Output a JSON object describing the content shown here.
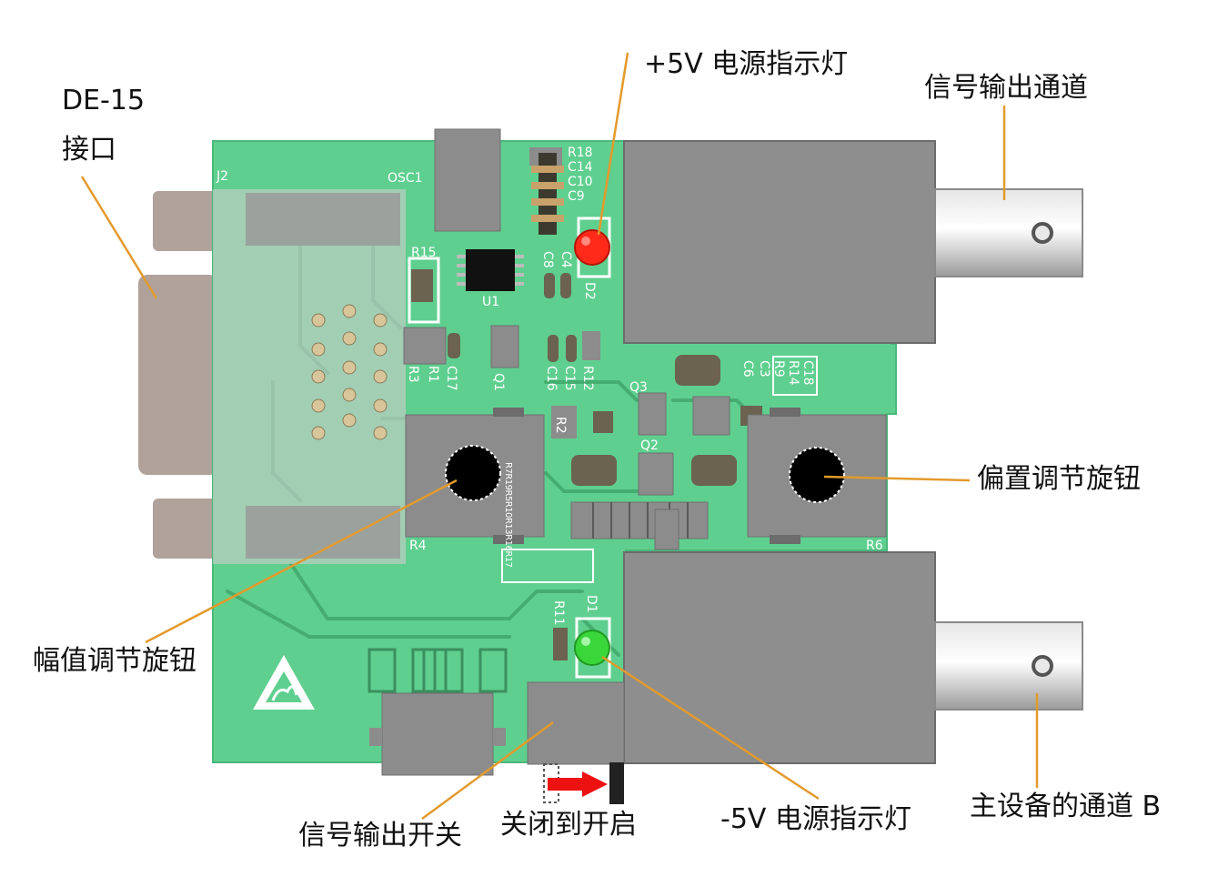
{
  "colors": {
    "pcb": "#5fcf8f",
    "trace": "#44ad6f",
    "component_gray": "#8a8a8a",
    "connector_shell": "#b0a29a",
    "callout_line": "#e39a2c",
    "led_red": "#ff2a1a",
    "led_green": "#3ad63a",
    "arrow": "#ee1111"
  },
  "callouts": {
    "de15_line1": "DE-15",
    "de15_line2": "接口",
    "pos5v_led": "+5V 电源指示灯",
    "signal_out_channel": "信号输出通道",
    "offset_knob": "偏置调节旋钮",
    "amplitude_knob": "幅值调节旋钮",
    "signal_out_switch": "信号输出开关",
    "off_to_on": "关闭到开启",
    "neg5v_led": "-5V 电源指示灯",
    "channel_b": "主设备的通道 B"
  },
  "silkscreen": {
    "j2": "J2",
    "osc1": "OSC1",
    "r15": "R15",
    "u1": "U1",
    "r18": "R18",
    "c14": "C14",
    "c10": "C10",
    "c9": "C9",
    "c8": "C8",
    "c4": "C4",
    "d2": "D2",
    "r3": "R3",
    "r1": "R1",
    "c17": "C17",
    "q1": "Q1",
    "c16": "C16",
    "c15": "C15",
    "r12": "R12",
    "q3": "Q3",
    "c6": "C6",
    "c3": "C3",
    "r9": "R9",
    "r14": "R14",
    "c18": "C18",
    "r2": "R2",
    "q2": "Q2",
    "r4": "R4",
    "r6": "R6",
    "r11": "R11",
    "d1": "D1",
    "r_column": "R7R19R5R10R13R16R17"
  }
}
